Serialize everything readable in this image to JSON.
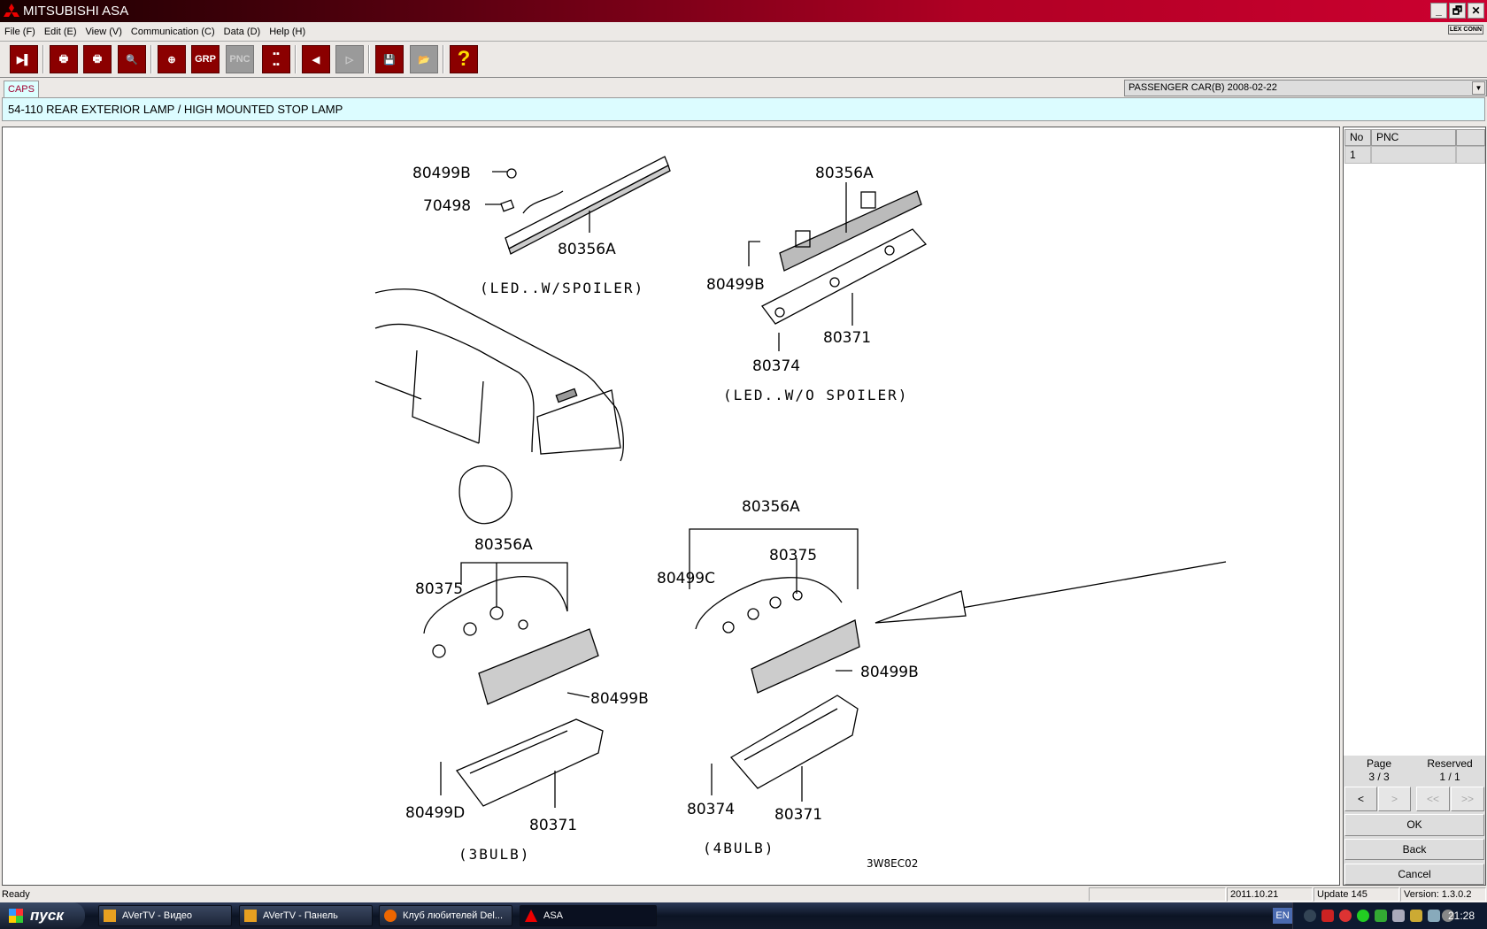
{
  "window": {
    "title": "MITSUBISHI ASA",
    "controls": [
      "_",
      "🗗",
      "✕"
    ],
    "lexconn": "LEX CONN"
  },
  "menu": [
    "File (F)",
    "Edit (E)",
    "View (V)",
    "Communication (C)",
    "Data (D)",
    "Help (H)"
  ],
  "toolbar": {
    "grp": "GRP",
    "pnc": "PNC",
    "help": "?"
  },
  "tab": {
    "label": "CAPS"
  },
  "model_select": {
    "value": "PASSENGER CAR(B)   2008-02-22"
  },
  "caption": "54-110  REAR EXTERIOR LAMP / HIGH MOUNTED STOP LAMP",
  "diagram": {
    "labels": [
      "80499B",
      "70498",
      "80356A",
      "80356A",
      "80499B",
      "80371",
      "80374",
      "80356A",
      "80375",
      "80499B",
      "80499D",
      "80371",
      "80356A",
      "80375",
      "80499C",
      "80499B",
      "80374",
      "80371"
    ],
    "notes": [
      "(LED..W/SPOILER)",
      "(LED..W/O SPOILER)",
      "(3BULB)",
      "(4BULB)"
    ],
    "code": "3W8EC02"
  },
  "parts_table": {
    "headers": [
      "No",
      "PNC"
    ],
    "rows": [
      {
        "no": "1",
        "pnc": ""
      }
    ]
  },
  "pager": {
    "page_label": "Page",
    "page_value": "3 / 3",
    "reserved_label": "Reserved",
    "reserved_value": "1 / 1",
    "prev": "<",
    "next": ">",
    "first": "<<",
    "last": ">>"
  },
  "buttons": {
    "ok": "OK",
    "back": "Back",
    "cancel": "Cancel"
  },
  "status": {
    "text": "Ready",
    "date": "2011.10.21",
    "update": "Update 145",
    "version": "Version: 1.3.0.2"
  },
  "taskbar": {
    "start": "пуск",
    "tasks": [
      "AVerTV - Видео",
      "AVerTV - Панель",
      "Клуб любителей Del...",
      "ASA"
    ],
    "lang": "EN",
    "clock": "21:28"
  }
}
